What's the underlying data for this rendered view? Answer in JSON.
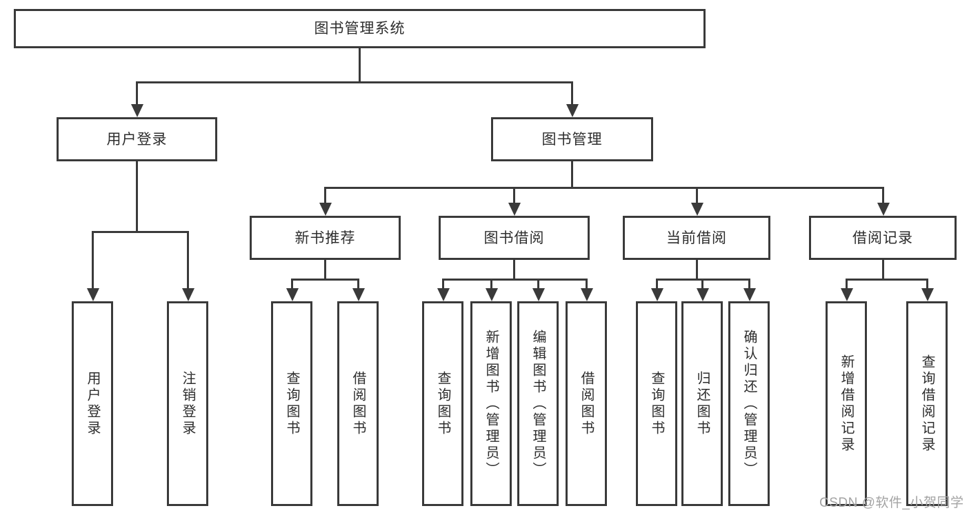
{
  "diagram": {
    "type": "hierarchy-tree",
    "root": {
      "label": "图书管理系统",
      "children": [
        {
          "label": "用户登录",
          "children": [
            {
              "label": "用户登录"
            },
            {
              "label": "注销登录"
            }
          ]
        },
        {
          "label": "图书管理",
          "children": [
            {
              "label": "新书推荐",
              "children": [
                {
                  "label": "查询图书"
                },
                {
                  "label": "借阅图书"
                }
              ]
            },
            {
              "label": "图书借阅",
              "children": [
                {
                  "label": "查询图书"
                },
                {
                  "label": "新增图书（管理员）"
                },
                {
                  "label": "编辑图书（管理员）"
                },
                {
                  "label": "借阅图书"
                }
              ]
            },
            {
              "label": "当前借阅",
              "children": [
                {
                  "label": "查询图书"
                },
                {
                  "label": "归还图书"
                },
                {
                  "label": "确认归还（管理员）"
                }
              ]
            },
            {
              "label": "借阅记录",
              "children": [
                {
                  "label": "新增借阅记录"
                },
                {
                  "label": "查询借阅记录"
                }
              ]
            }
          ]
        }
      ]
    },
    "colors": {
      "line": "#3a3a3a",
      "text": "#2d2d2d",
      "box_background": "#ffffff",
      "page_background": "#ffffff"
    }
  },
  "watermark": {
    "text": "CSDN @软件_小贺同学",
    "color": "#a3a3a3"
  }
}
